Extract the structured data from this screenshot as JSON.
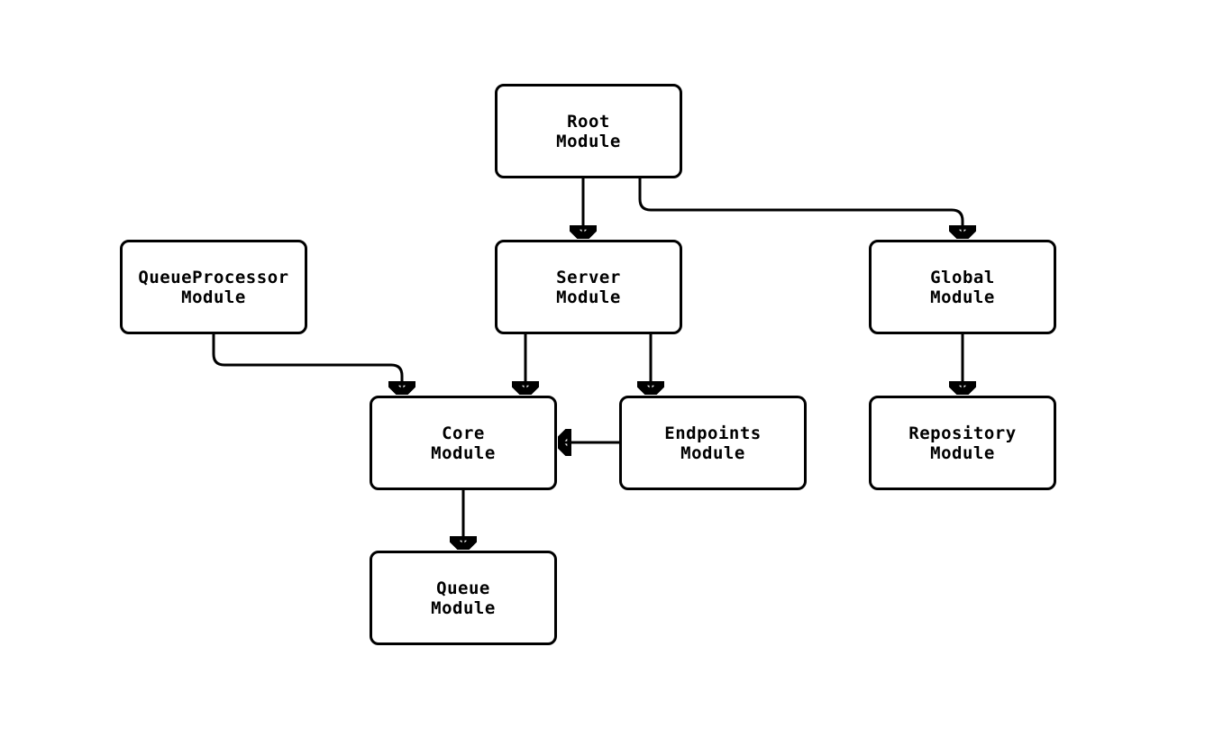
{
  "diagram": {
    "type": "flowchart",
    "background_color": "#ffffff",
    "node_fill_color": "#ffffff",
    "node_border_color": "#000000",
    "line_color": "#000000",
    "text_color": "#000000",
    "nodes": {
      "root": {
        "label": "Root\nModule"
      },
      "queueprocessor": {
        "label": "QueueProcessor\nModule"
      },
      "server": {
        "label": "Server\nModule"
      },
      "global": {
        "label": "Global\nModule"
      },
      "core": {
        "label": "Core\nModule"
      },
      "endpoints": {
        "label": "Endpoints\nModule"
      },
      "repository": {
        "label": "Repository\nModule"
      },
      "queue": {
        "label": "Queue\nModule"
      }
    },
    "edges": [
      {
        "from": "Root Module",
        "to": "Server Module"
      },
      {
        "from": "Root Module",
        "to": "Global Module"
      },
      {
        "from": "QueueProcessor Module",
        "to": "Core Module"
      },
      {
        "from": "Server Module",
        "to": "Core Module"
      },
      {
        "from": "Server Module",
        "to": "Endpoints Module"
      },
      {
        "from": "Endpoints Module",
        "to": "Core Module"
      },
      {
        "from": "Global Module",
        "to": "Repository Module"
      },
      {
        "from": "Core Module",
        "to": "Queue Module"
      }
    ]
  }
}
